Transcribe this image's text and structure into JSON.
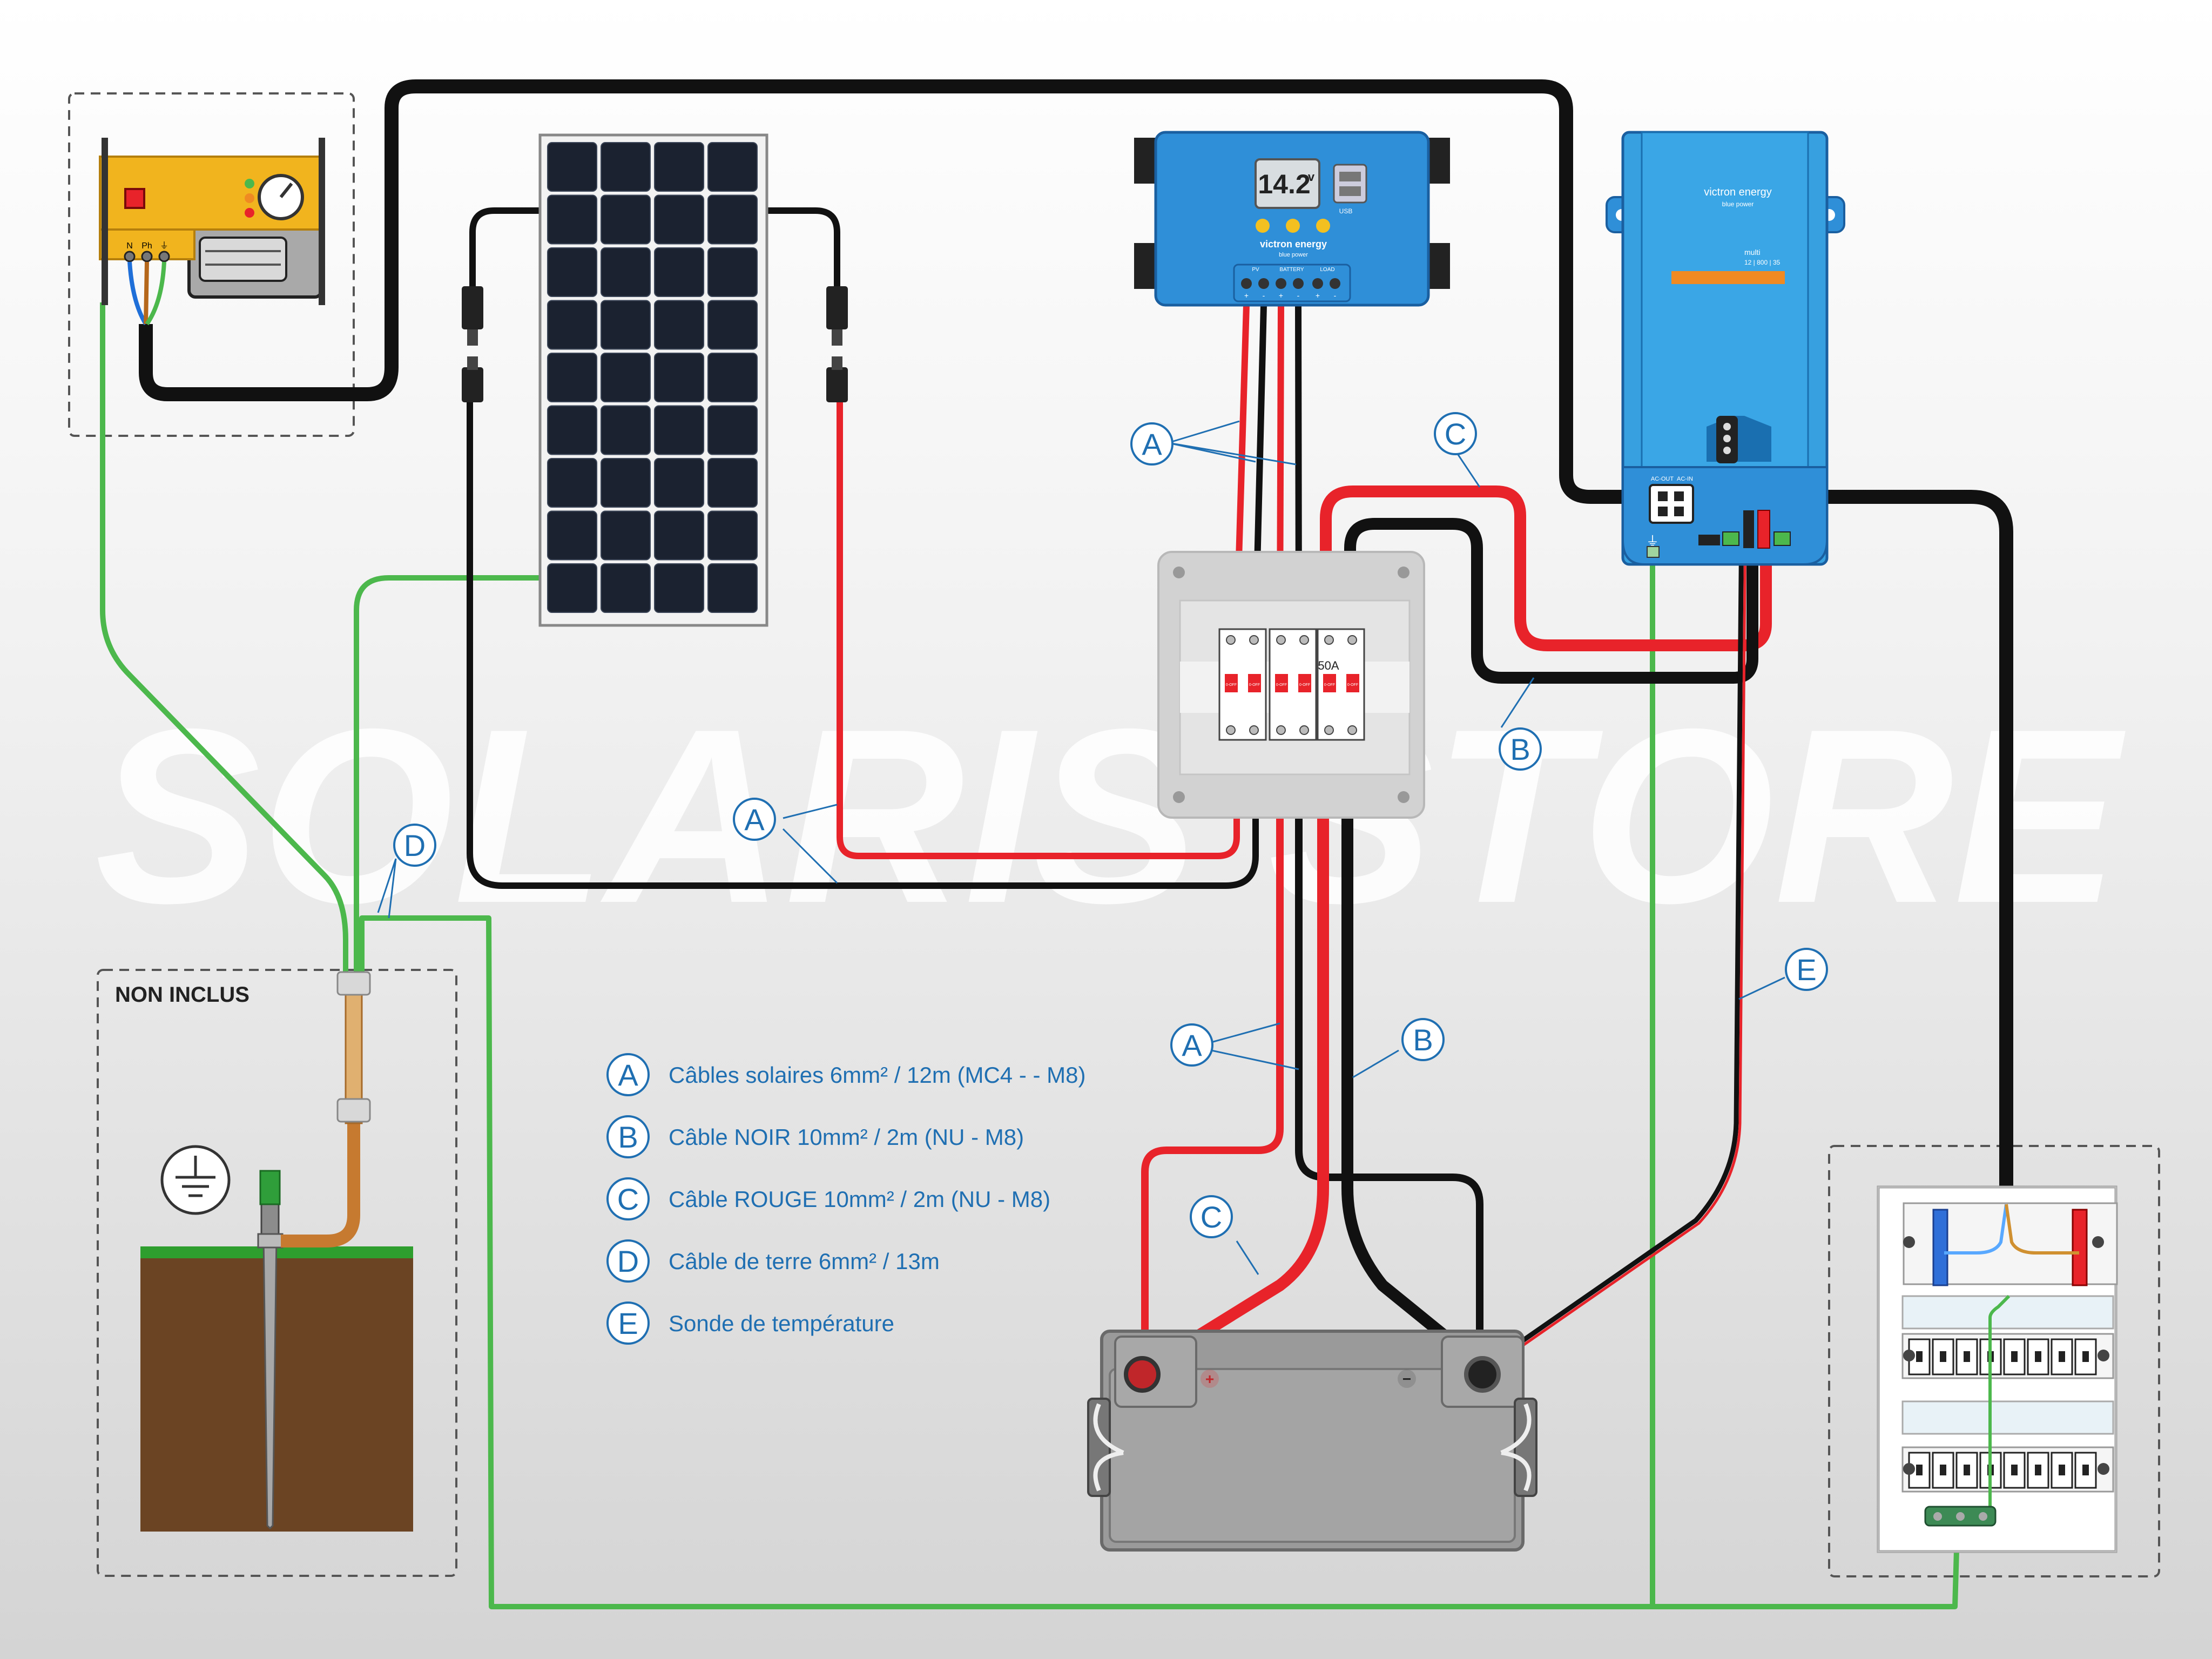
{
  "watermark": "SOLARIS STORE",
  "non_inclus_label": "NON INCLUS",
  "generator": {
    "terminals": [
      "N",
      "Ph",
      "⏚"
    ]
  },
  "charge_controller": {
    "display_value": "14.2",
    "display_unit": "v",
    "brand": "victron energy",
    "brand_sub": "blue power",
    "usb_label": "USB",
    "terminal_labels": [
      "PV",
      "BATTERY",
      "LOAD"
    ],
    "terminal_signs": [
      "+",
      "-",
      "+",
      "-",
      "+",
      "-"
    ]
  },
  "inverter": {
    "brand": "victron energy",
    "brand_sub": "blue power",
    "model": "multi",
    "model_spec": "12 | 800 | 35",
    "ac_labels": [
      "AC-OUT",
      "AC-IN"
    ],
    "ground_symbol": "⏚",
    "accent_color": "#f08a22"
  },
  "breaker_box": {
    "rating": "50A",
    "breaker_text": "0-OFF"
  },
  "battery": {
    "plus": "+",
    "minus": "−"
  },
  "cable_labels": [
    "A",
    "A",
    "A",
    "B",
    "B",
    "C",
    "C",
    "D",
    "E"
  ],
  "legend": [
    {
      "letter": "A",
      "text": "Câbles solaires 6mm² / 12m (MC4 - - M8)"
    },
    {
      "letter": "B",
      "text": "Câble NOIR 10mm² / 2m (NU - M8)"
    },
    {
      "letter": "C",
      "text": "Câble ROUGE 10mm² / 2m (NU - M8)"
    },
    {
      "letter": "D",
      "text": "Câble de terre 6mm² / 13m"
    },
    {
      "letter": "E",
      "text": "Sonde de température"
    }
  ],
  "colors": {
    "red_cable": "#e8232a",
    "black_cable": "#111111",
    "green_cable": "#4cb84c",
    "victron_blue": "#2f8fd8",
    "legend_blue": "#1f6fb2",
    "generator_yellow": "#f1b41e",
    "earth_brown": "#6b4423",
    "grass_green": "#2e9e2e"
  }
}
